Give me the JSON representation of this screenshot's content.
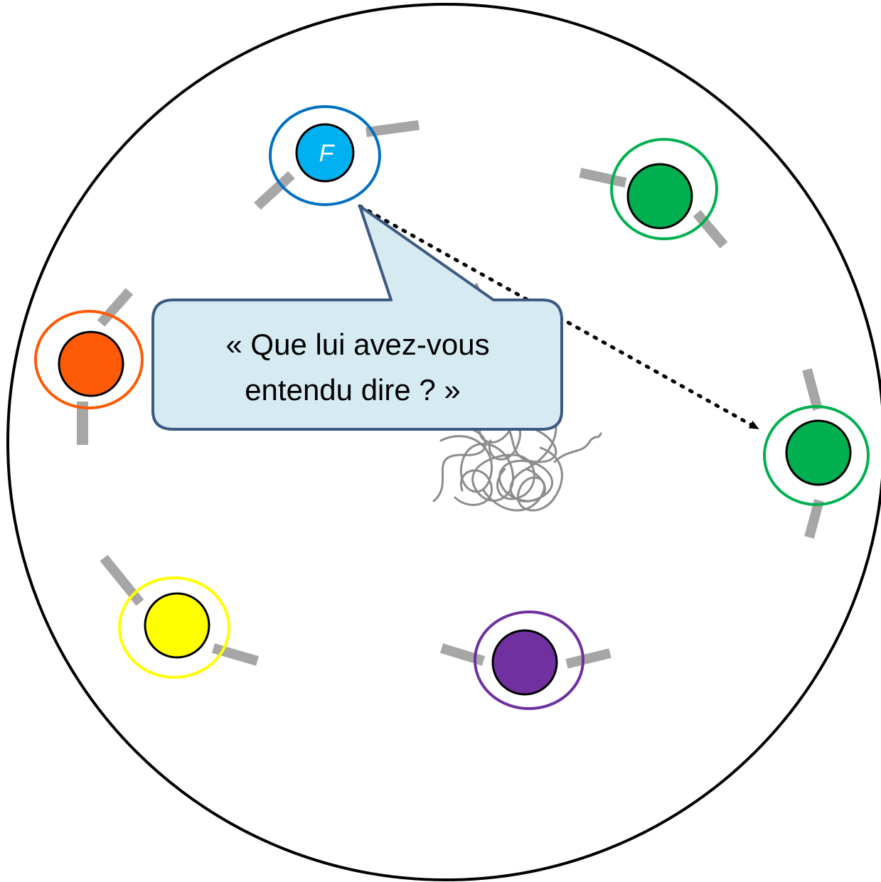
{
  "callout": {
    "line1": "« Que lui avez-vous",
    "line2": "entendu dire ? »"
  },
  "facilitator": {
    "letter": "F",
    "color": "#00b0f0",
    "ring_color": "#0070c0"
  },
  "participants": [
    {
      "id": "top-right",
      "color": "#00b050",
      "ring_color": "#00b050"
    },
    {
      "id": "left",
      "color": "#ff5a05",
      "ring_color": "#ff5a05"
    },
    {
      "id": "right",
      "color": "#00b050",
      "ring_color": "#00b050"
    },
    {
      "id": "bottom-left",
      "color": "#ffff00",
      "ring_color": "#ffff00"
    },
    {
      "id": "bottom",
      "color": "#7030a0",
      "ring_color": "#7030a0"
    }
  ],
  "colors": {
    "room_outline": "#000000",
    "callout_fill": "#d6eaf2",
    "callout_border": "#3c5a82",
    "chair": "#a6a6a6",
    "scribble": "#8c8c8c"
  }
}
